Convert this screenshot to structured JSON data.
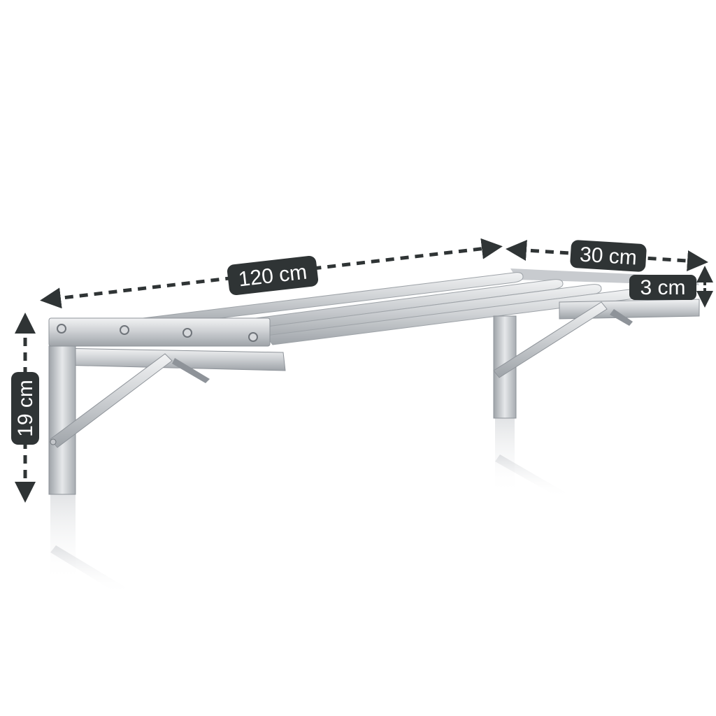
{
  "dimensions": {
    "length": "120 cm",
    "depth": "30 cm",
    "rail_height": "3 cm",
    "bracket_height": "19 cm"
  },
  "colors": {
    "label_background": "#2f3435",
    "arrow": "#2f3435",
    "steel_light": "#e2e4e6",
    "steel_mid": "#b9bdc1",
    "steel_dark": "#8e9399"
  }
}
